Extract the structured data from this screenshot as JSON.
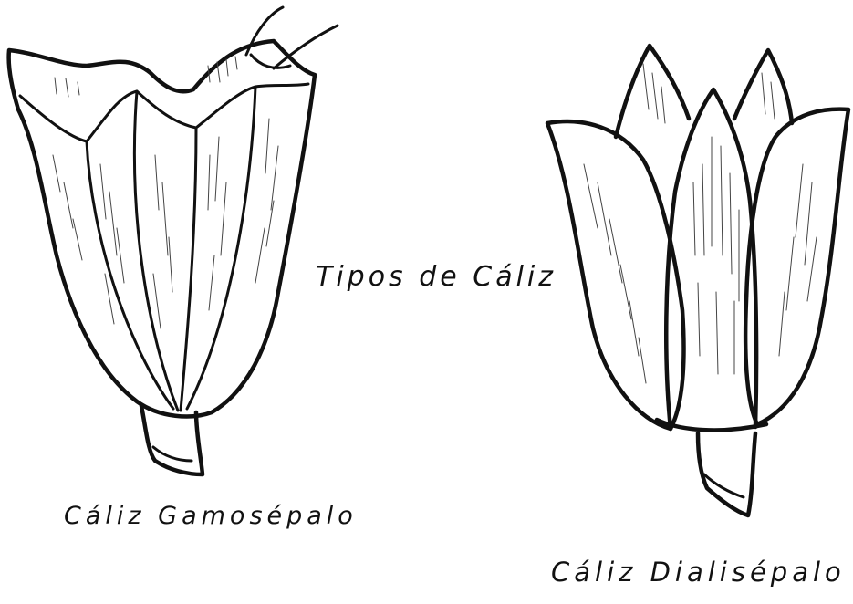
{
  "diagram": {
    "title": "Tipos de Cáliz",
    "left_flower": {
      "label": "Cáliz Gamosépalo",
      "icon": "gamosepalous-calyx-icon"
    },
    "right_flower": {
      "label": "Cáliz Dialisépalo",
      "icon": "dialisepalous-calyx-icon"
    }
  },
  "colors": {
    "ink": "#111111",
    "paper": "#ffffff"
  }
}
